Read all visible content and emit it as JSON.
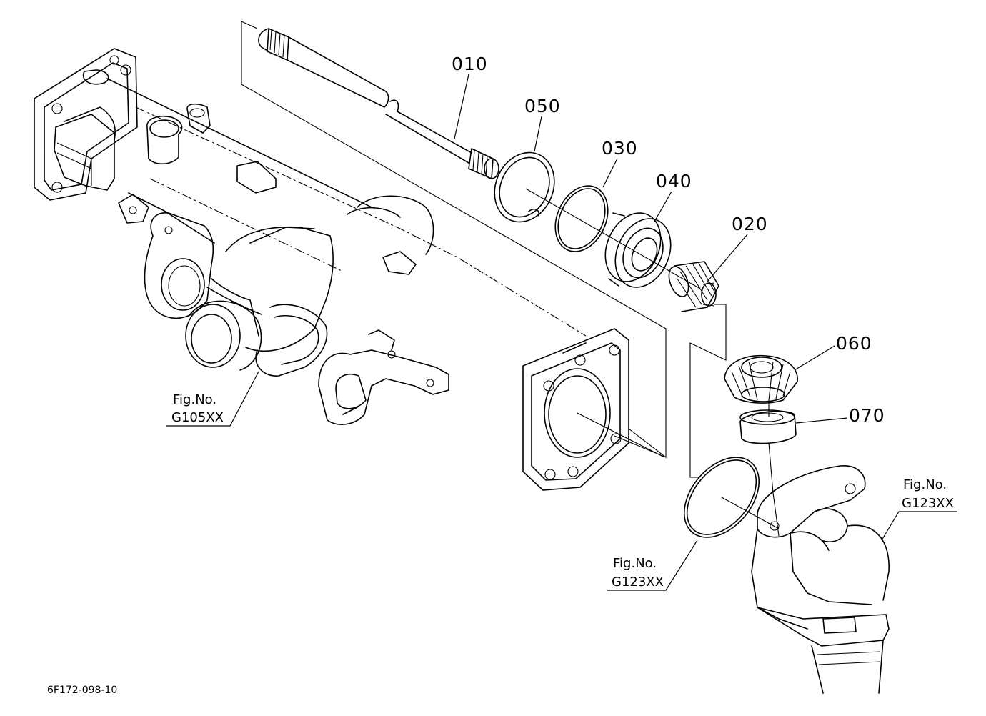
{
  "parts": [
    {
      "id": "shaft",
      "label": "010"
    },
    {
      "id": "bevel-pinion",
      "label": "020"
    },
    {
      "id": "o-ring",
      "label": "030"
    },
    {
      "id": "ball-bearing-upper",
      "label": "040"
    },
    {
      "id": "snap-ring",
      "label": "050"
    },
    {
      "id": "bevel-gear",
      "label": "060"
    },
    {
      "id": "ball-bearing-lower",
      "label": "070"
    }
  ],
  "figure_refs": {
    "axle_case": {
      "label": "Fig.No.",
      "number": "G105XX"
    },
    "gear_case": {
      "label": "Fig.No.",
      "number": "G123XX"
    },
    "gasket": {
      "label": "Fig.No.",
      "number": "G123XX"
    }
  },
  "drawing_code": "6F172-098-10"
}
